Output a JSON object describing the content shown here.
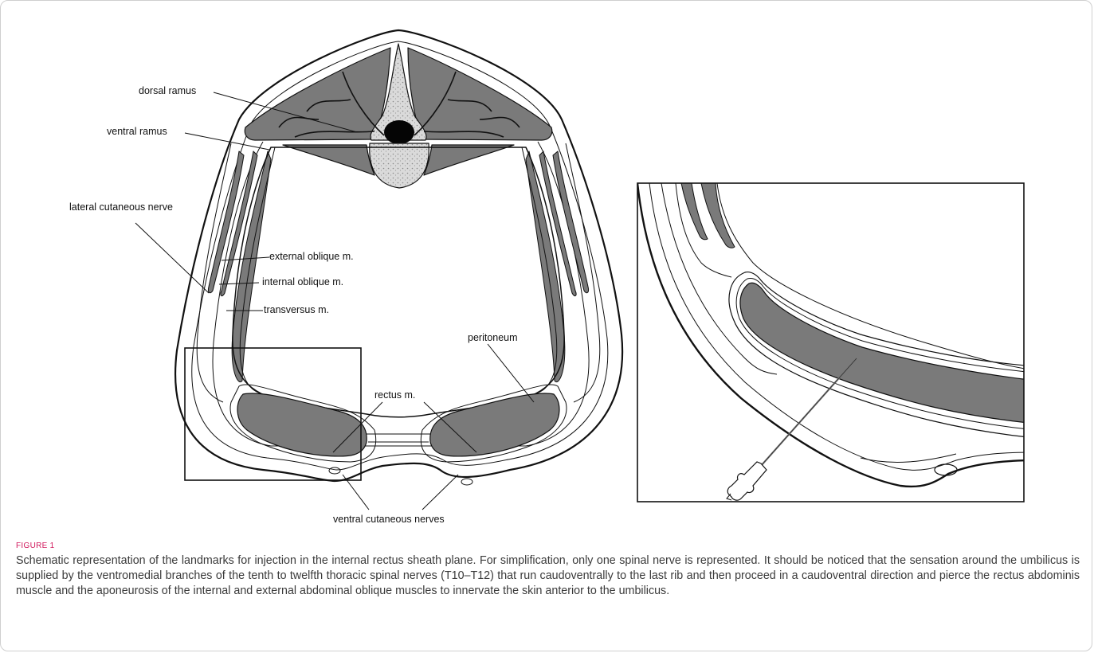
{
  "labels": {
    "dorsal_ramus": "dorsal ramus",
    "ventral_ramus": "ventral ramus",
    "lateral_cutaneous_nerve": "lateral cutaneous nerve",
    "external_oblique": "external oblique m.",
    "internal_oblique": "internal oblique m.",
    "transversus": "transversus m.",
    "peritoneum": "peritoneum",
    "rectus": "rectus m.",
    "ventral_cutaneous_nerves": "ventral cutaneous nerves"
  },
  "caption": {
    "label": "FIGURE 1",
    "text": "Schematic representation of the landmarks for injection in the internal rectus sheath plane. For simplification, only one spinal nerve is represented. It should be noticed that the sensation around the umbilicus is supplied by the ventromedial branches of the tenth to twelfth thoracic spinal nerves (T10–T12) that run caudoventrally to the last rib and then proceed in a caudoventral direction and pierce the rectus abdominis muscle and the aponeurosis of the internal and external abdominal oblique muscles to innervate the skin anterior to the umbilicus."
  },
  "colors": {
    "muscle": "#7a7a7a",
    "bone": "#d6d6d6",
    "outline": "#111111",
    "caption_label": "#d11a5d",
    "caption_text": "#3a3a3a"
  }
}
